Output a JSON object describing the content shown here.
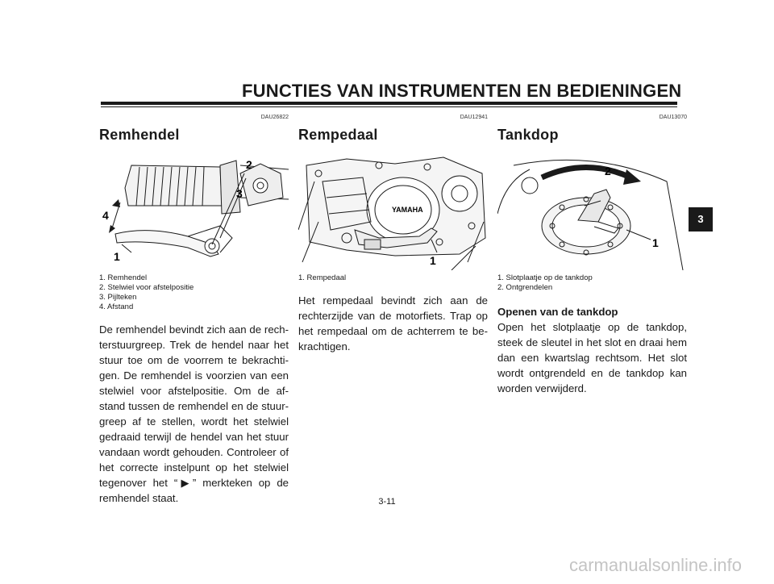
{
  "header": {
    "title": "FUNCTIES VAN INSTRUMENTEN EN BEDIENINGEN"
  },
  "sections": [
    {
      "code": "DAU26822",
      "heading": "Remhendel",
      "callouts": [
        "1",
        "2",
        "3",
        "4"
      ],
      "captions": [
        "1. Remhendel",
        "2. Stelwiel voor afstelpositie",
        "3. Pijlteken",
        "4. Afstand"
      ],
      "body": "De remhendel bevindt zich aan de rech­terstuurgreep. Trek de hendel naar het stuur toe om de voorrem te bekrachti­gen. De remhendel is voorzien van een stelwiel voor afstelpositie. Om de af­stand tussen de remhendel en de stuur­greep af te stellen, wordt het stelwiel ge­draaid terwijl de hendel van het stuur vandaan wordt gehouden. Controleer of het correcte instelpunt op het stelwiel tegenover het “▶” merkteken op de remhendel staat."
    },
    {
      "code": "DAU12941",
      "heading": "Rempedaal",
      "callouts": [
        "1"
      ],
      "captions": [
        "1. Rempedaal"
      ],
      "body": "Het rempedaal bevindt zich aan de rechterzijde van de motorfiets. Trap op het rempedaal om de achterrem te be­krachtigen."
    },
    {
      "code": "DAU13070",
      "heading": "Tankdop",
      "callouts": [
        "1",
        "2"
      ],
      "captions": [
        "1. Slotplaatje op de tankdop",
        "2. Ontgrendelen"
      ],
      "subheading": "Openen van de tankdop",
      "body": "Open het slotplaatje op de tankdop, steek de sleutel in het slot en draai hem dan een kwartslag rechtsom. Het slot wordt ontgrendeld en de tankdop kan worden verwijderd."
    }
  ],
  "chapter_tab": "3",
  "page_number": "3-11",
  "watermark": "carmanualsonline.info"
}
